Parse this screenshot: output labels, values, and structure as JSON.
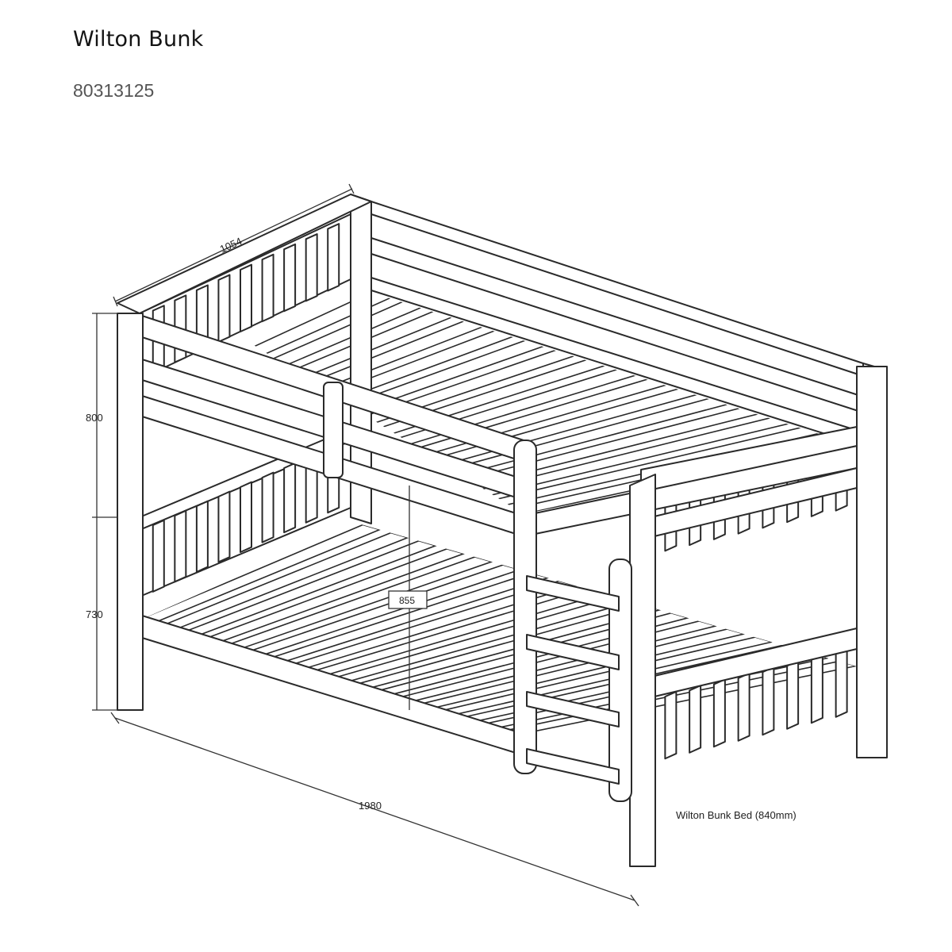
{
  "header": {
    "title": "Wilton Bunk",
    "product_code": "80313125"
  },
  "drawing": {
    "dimensions": {
      "width": "1054",
      "upper_height": "800",
      "lower_height": "730",
      "ladder_height": "855",
      "length": "1980"
    },
    "caption": "Wilton Bunk Bed (840mm)"
  }
}
